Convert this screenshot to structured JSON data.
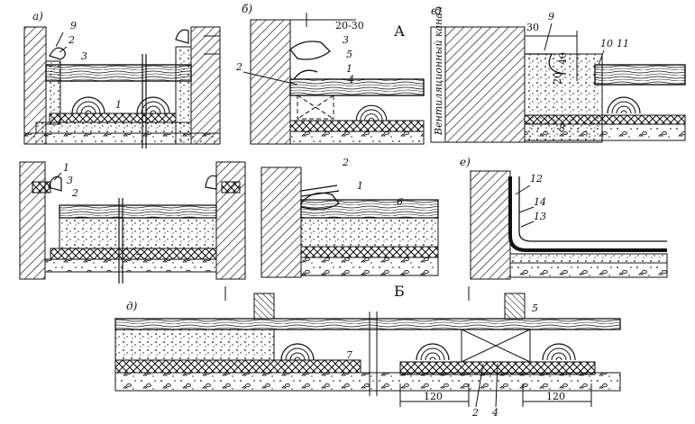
{
  "figure": {
    "section_labels": {
      "a": "А",
      "b": "Б"
    },
    "panels": {
      "p_a": {
        "letter": "а)",
        "callouts": [
          "9",
          "2",
          "3",
          "1"
        ]
      },
      "p_b": {
        "letter": "б)",
        "dim": "20-30",
        "callouts": [
          "3",
          "5",
          "2",
          "1",
          "4"
        ]
      },
      "p_v": {
        "letter": "в)",
        "dims": [
          "30",
          "40",
          "20"
        ],
        "duct_label": "Вентиляционный канал",
        "callouts": [
          "9",
          "10",
          "11",
          "8"
        ]
      },
      "p_g": {
        "callouts": [
          "1",
          "3",
          "2",
          "7"
        ]
      },
      "p_d": {
        "callouts": [
          "2",
          "1",
          "6"
        ]
      },
      "p_e": {
        "letter": "е)",
        "callouts": [
          "12",
          "14",
          "13"
        ]
      },
      "p_zh": {
        "letter": "д)",
        "callouts": [
          "7",
          "5",
          "2",
          "4"
        ],
        "dims": [
          "120",
          "120"
        ]
      }
    }
  },
  "colors": {
    "ink": "#111111",
    "paper": "#ffffff"
  }
}
